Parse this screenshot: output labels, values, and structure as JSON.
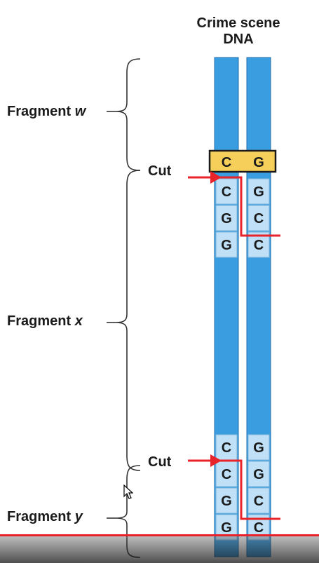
{
  "title": {
    "line1": "Crime scene",
    "line2": "DNA"
  },
  "fragments": [
    {
      "prefix": "Fragment ",
      "var": "w"
    },
    {
      "prefix": "Fragment ",
      "var": "x"
    },
    {
      "prefix": "Fragment ",
      "var": "y"
    }
  ],
  "cuts": [
    "Cut",
    "Cut"
  ],
  "strand_left": {
    "site1": [
      "C",
      "C",
      "G",
      "G"
    ],
    "site2": [
      "C",
      "C",
      "G",
      "G"
    ]
  },
  "strand_right": {
    "site1": [
      "G",
      "G",
      "C",
      "C"
    ],
    "site2": [
      "G",
      "G",
      "C",
      "C"
    ]
  },
  "colors": {
    "strand": "#3a9de0",
    "strand_edge": "#1f6fae",
    "base_box": "#bfe0f6",
    "highlight": "#f5cf5a",
    "arrow": "#e8232a"
  }
}
